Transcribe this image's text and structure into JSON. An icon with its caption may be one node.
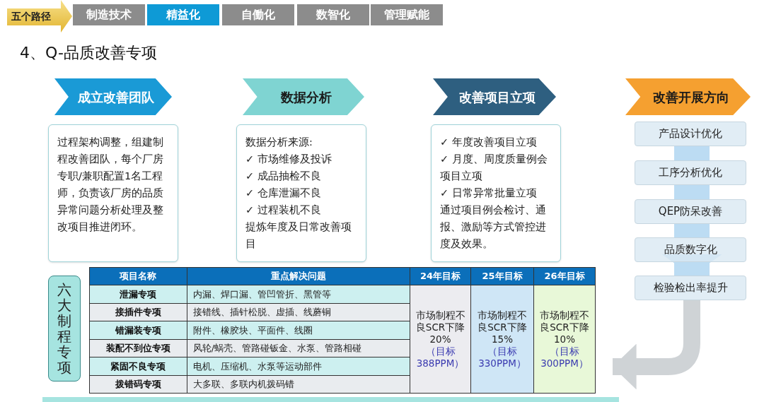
{
  "diagram": {
    "title": "4、Q-品质改善专项",
    "nodes": [
      {
        "text": [
          "五个路径"
        ]
      },
      {
        "text": [
          "制造技术"
        ]
      },
      {
        "text": [
          "精益化"
        ]
      },
      {
        "text": [
          "自働化"
        ]
      },
      {
        "text": [
          "数智化"
        ]
      },
      {
        "text": [
          "管理赋能"
        ]
      },
      {
        "text": [
          "成立改善团队"
        ]
      },
      {
        "text": [
          "过程架构调整，组建制程改善团队，每个厂房专职/兼职配置1名工程师，负责该厂房的品质异常问题分析处理及整改项目推进闭环。"
        ]
      },
      {
        "text": [
          "数据分析"
        ]
      },
      {
        "text": [
          "数据分析来源:",
          "✓ 市场维修及投诉",
          "✓ 成品抽检不良",
          "✓ 仓库泄漏不良",
          "✓ 过程装机不良",
          "提炼年度及日常改善项目"
        ]
      },
      {
        "text": [
          "改善项目立项"
        ]
      },
      {
        "text": [
          "✓ 年度改善项目立项",
          "✓ 月度、周度质量例会项目立项",
          "✓ 日常异常批量立项",
          "通过项目例会检讨、通报、激励等方式管控进度及效果。"
        ]
      },
      {
        "text": [
          "改善开展方向"
        ]
      },
      {
        "text": [
          "产品设计优化"
        ]
      },
      {
        "text": [
          "工序分析优化"
        ]
      },
      {
        "text": [
          "QEP防呆改善"
        ]
      },
      {
        "text": [
          "品质数字化"
        ]
      },
      {
        "text": [
          "检验检出率提升"
        ]
      },
      {
        "text": [
          "六大制程专项"
        ]
      }
    ],
    "edges": [
      {
        "from": 13,
        "to": 14,
        "arrow": "none"
      },
      {
        "from": 14,
        "to": 15,
        "arrow": "none"
      },
      {
        "from": 15,
        "to": 16,
        "arrow": "none"
      },
      {
        "from": 16,
        "to": 17,
        "arrow": "to"
      },
      {
        "from": 17,
        "to": null,
        "arrow": "to",
        "color": "#cfd3d6"
      }
    ],
    "labels": [
      "项目名称",
      "重点解决问题",
      "24年目标",
      "25年目标",
      "26年目标",
      "泄漏专项",
      "内漏、焊口漏、管凹管折、黑管等",
      "市场制程不良SCR下降20%",
      "（目标388PPM）",
      "市场制程不良SCR下降15%",
      "（目标330PPM）",
      "市场制程不良SCR下降10%",
      "（目标300PPM）",
      "接插件专项",
      "接错线、插针松脱、虚插、线蘑铜",
      "错漏装专项",
      "附件、橡胶块、平面件、线圈",
      "装配不到位专项",
      "风轮/蜗壳、管路碰钣金、水泵、管路相碰",
      "紧固不良专项",
      "电机、压缩机、水泵等运动部件",
      "拨错码专项",
      "大多联、多联内机拨码错"
    ]
  }
}
